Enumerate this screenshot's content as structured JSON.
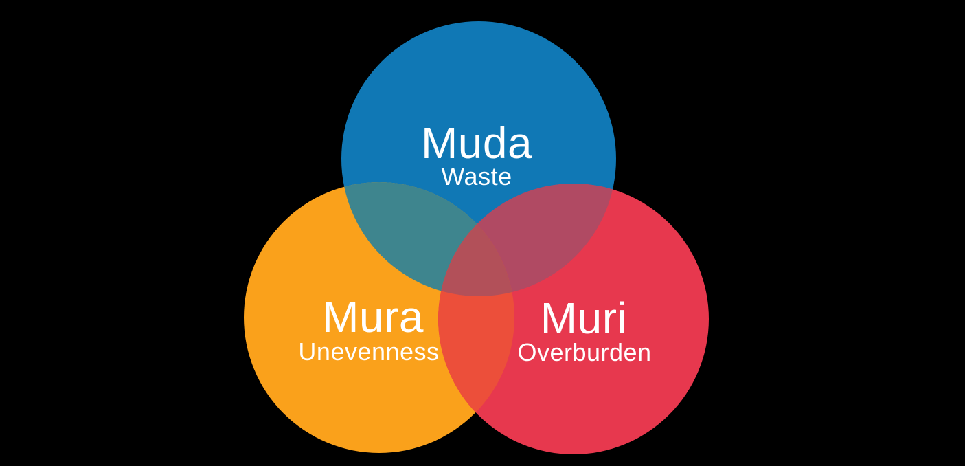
{
  "diagram": {
    "type": "venn",
    "background_color": "#000000",
    "text_color": "#ffffff",
    "sets": [
      {
        "id": "muda",
        "label": "Muda",
        "sublabel": "Waste",
        "color": "#1078b5"
      },
      {
        "id": "mura",
        "label": "Mura",
        "sublabel": "Unevenness",
        "color": "#faa11b"
      },
      {
        "id": "muri",
        "label": "Muri",
        "sublabel": "Overburden",
        "color": "#e7384e"
      }
    ],
    "overlaps": {
      "muda_mura": {
        "sets": "Muda+Mura",
        "color": "#3e858e"
      },
      "muda_muri": {
        "sets": "Muda+Muri",
        "color": "#b04a63"
      },
      "mura_muri": {
        "sets": "Mura+Muri",
        "color": "#ec4f3a"
      },
      "center": {
        "sets": "Muda+Mura+Muri",
        "color": "#b25059"
      }
    }
  }
}
